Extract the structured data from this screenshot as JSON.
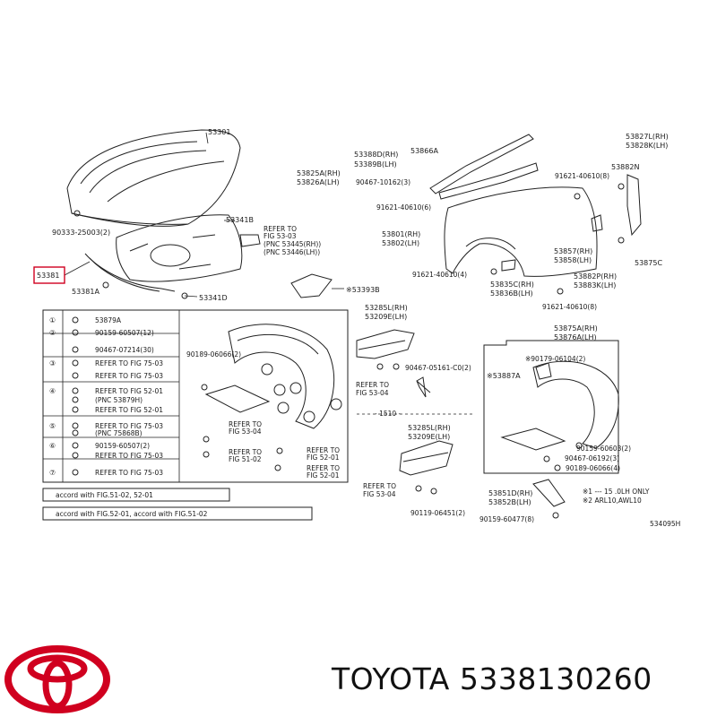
{
  "callouts": {
    "hood": "53301",
    "hood_insulator": "53341B",
    "hood_refer1": "REFER TO",
    "hood_refer2": "FIG 53-03",
    "hood_refer3": "(PNC 53445(RH))",
    "hood_refer4": "(PNC 53446(LH))",
    "seal_highlight": "53381",
    "seal_a": "53381A",
    "clip_d": "53341D",
    "bolt_hood": "90333-25003(2)",
    "bracket_b": "※53393B",
    "cowl_rh": "53388D(RH)",
    "cowl_lh": "53389B(LH)",
    "cowl_a": "53866A",
    "seal_825a": "53825A(RH)",
    "seal_826a": "53826A(LH)",
    "bolt_467": "90467-10162(3)",
    "fender_827": "53827L(RH)",
    "fender_828": "53828K(LH)",
    "fender_882n": "53882N",
    "bolt_621a": "91621-40610(8)",
    "bolt_621b": "91621-40610(6)",
    "fender_801": "53801(RH)",
    "fender_802": "53802(LH)",
    "bolt_621c": "91621-40610(4)",
    "p857": "53857(RH)",
    "p858": "53858(LH)",
    "p882p": "53882P(RH)",
    "p883k": "53883K(LH)",
    "p875c": "53875C",
    "p835c": "53835C(RH)",
    "p836b": "53836B(LH)",
    "bolt_621d": "91621-40610(8)",
    "p285l_top": "53285L(RH)",
    "p209e_top": "53209E(LH)",
    "p5361": "90467-05161-C0(2)",
    "refer_b1": "REFER TO",
    "refer_b2": "FIG 53-04",
    "dash1510": "- 1510 -",
    "p875a": "53875A(RH)",
    "p876a": "53876A(LH)",
    "p179": "※90179-06104(2)",
    "p887a": "※53887A",
    "p603": "90159-60603(2)",
    "p192": "90467-06192(3)",
    "p866": "90189-06066(4)",
    "p285l_bot": "53285L(RH)",
    "p209e_bot": "53209E(LH)",
    "refer_c1": "REFER TO",
    "refer_c2": "FIG 53-04",
    "p451": "90119-06451(2)",
    "p851d": "53851D(RH)",
    "p852b": "53852B(LH)",
    "p477": "90159-60477(8)",
    "note1": "※1 --- 15 .0LH ONLY",
    "note2": "※2 ARL10,AWL10",
    "diagram_code": "534095H",
    "liner_66": "90189-06066(2)",
    "liner_ref1a": "REFER TO",
    "liner_ref1b": "FIG 53-04",
    "liner_ref2a": "REFER TO",
    "liner_ref2b": "FIG 51-02",
    "liner_ref3a": "REFER TO",
    "liner_ref3b": "FIG 52-01",
    "liner_ref4a": "REFER TO",
    "liner_ref4b": "FIG 52-01"
  },
  "legend_rows": [
    {
      "num": "①",
      "text": "53879A"
    },
    {
      "num": "②",
      "text": "90159-60507(12)"
    },
    {
      "num": "",
      "text": "90467-07214(30)"
    },
    {
      "num": "③",
      "text": "REFER TO FIG 75-03"
    },
    {
      "num": "",
      "text": "REFER TO FIG 75-03"
    },
    {
      "num": "④",
      "text": "REFER TO FIG 52-01"
    },
    {
      "num": "",
      "text": "(PNC 53879H)"
    },
    {
      "num": "",
      "text": "REFER TO FIG 52-01"
    },
    {
      "num": "⑤",
      "text": "REFER TO FIG 75-03"
    },
    {
      "num": "",
      "text": "(PNC 75868B)"
    },
    {
      "num": "⑥",
      "text": "90159-60507(2)"
    },
    {
      "num": "",
      "text": "REFER TO FIG 75-03"
    },
    {
      "num": "⑦",
      "text": "REFER TO FIG 75-03"
    }
  ],
  "notes_table": [
    "accord with FIG.51-02, 52-01",
    "accord with FIG.52-01,     accord with FIG.51-02"
  ],
  "brand": "TOYOTA",
  "part_number": "5338130260",
  "footer": "TOYOTA 5338130260",
  "colors": {
    "highlight": "#d0001f",
    "logo": "#d0001f",
    "ink": "#222222"
  }
}
